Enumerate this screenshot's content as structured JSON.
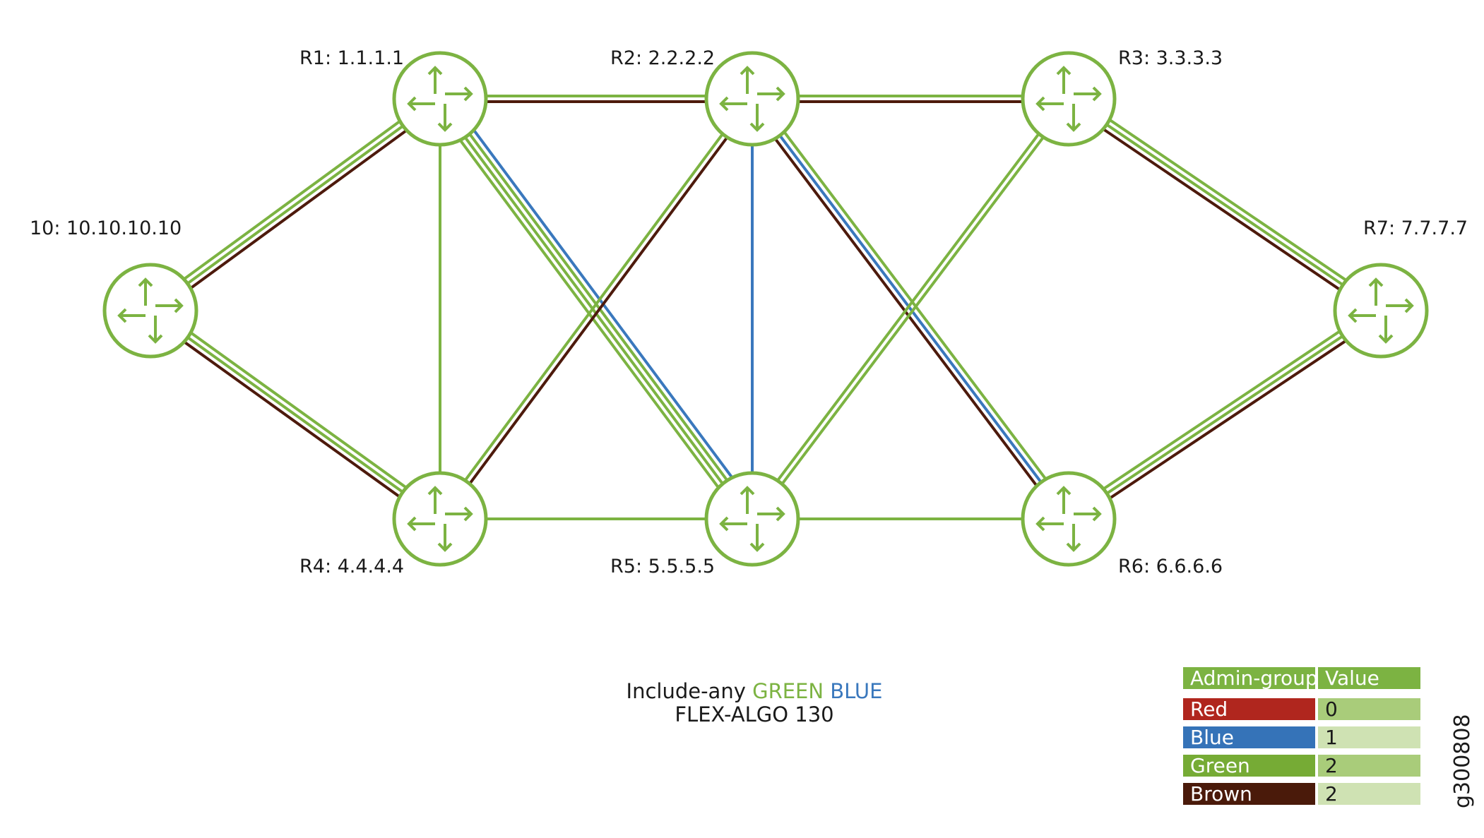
{
  "routers": [
    {
      "id": "r0",
      "label": "10: 10.10.10.10"
    },
    {
      "id": "r1",
      "label": "R1: 1.1.1.1"
    },
    {
      "id": "r2",
      "label": "R2: 2.2.2.2"
    },
    {
      "id": "r3",
      "label": "R3: 3.3.3.3"
    },
    {
      "id": "r4",
      "label": "R4: 4.4.4.4"
    },
    {
      "id": "r5",
      "label": "R5: 5.5.5.5"
    },
    {
      "id": "r6",
      "label": "R6: 6.6.6.6"
    },
    {
      "id": "r7",
      "label": "R7: 7.7.7.7"
    }
  ],
  "links": [
    {
      "from": "r0",
      "to": "r1",
      "colors": [
        "green",
        "green",
        "brown"
      ]
    },
    {
      "from": "r0",
      "to": "r4",
      "colors": [
        "green",
        "green",
        "brown"
      ]
    },
    {
      "from": "r1",
      "to": "r2",
      "colors": [
        "green",
        "brown"
      ]
    },
    {
      "from": "r1",
      "to": "r4",
      "colors": [
        "green"
      ]
    },
    {
      "from": "r1",
      "to": "r5",
      "colors": [
        "blue",
        "green",
        "green",
        "green"
      ]
    },
    {
      "from": "r2",
      "to": "r3",
      "colors": [
        "green",
        "brown"
      ]
    },
    {
      "from": "r2",
      "to": "r4",
      "colors": [
        "brown",
        "green"
      ]
    },
    {
      "from": "r2",
      "to": "r5",
      "colors": [
        "blue"
      ]
    },
    {
      "from": "r2",
      "to": "r6",
      "colors": [
        "green",
        "blue",
        "brown"
      ]
    },
    {
      "from": "r3",
      "to": "r5",
      "colors": [
        "green",
        "green"
      ]
    },
    {
      "from": "r3",
      "to": "r7",
      "colors": [
        "green",
        "green",
        "brown"
      ]
    },
    {
      "from": "r4",
      "to": "r5",
      "colors": [
        "green"
      ]
    },
    {
      "from": "r5",
      "to": "r6",
      "colors": [
        "green"
      ]
    },
    {
      "from": "r6",
      "to": "r7",
      "colors": [
        "green",
        "green",
        "brown"
      ]
    }
  ],
  "caption": {
    "line1_prefix": "Include-any",
    "line1_green": "GREEN",
    "line1_blue": "BLUE",
    "line2": "FLEX-ALGO 130"
  },
  "legend": {
    "header": {
      "group": "Admin-group",
      "value": "Value"
    },
    "rows": [
      {
        "group": "Red",
        "value": "0",
        "color": "#b0261e"
      },
      {
        "group": "Blue",
        "value": "1",
        "color": "#3573b8"
      },
      {
        "group": "Green",
        "value": "2",
        "color": "#76ab35"
      },
      {
        "group": "Brown",
        "value": "2",
        "color": "#4a1a0a"
      }
    ]
  },
  "figure_id": "g300808",
  "colors": {
    "green": "#7cb342",
    "blue": "#3a78bd",
    "brown": "#4d1a0c",
    "red": "#b0261e",
    "legend_header": "#7cb342",
    "legend_value_dark": "#a9cc7a",
    "legend_value_light": "#cfe2b3",
    "caption_green": "#7cb342",
    "caption_blue": "#3a78bd"
  }
}
